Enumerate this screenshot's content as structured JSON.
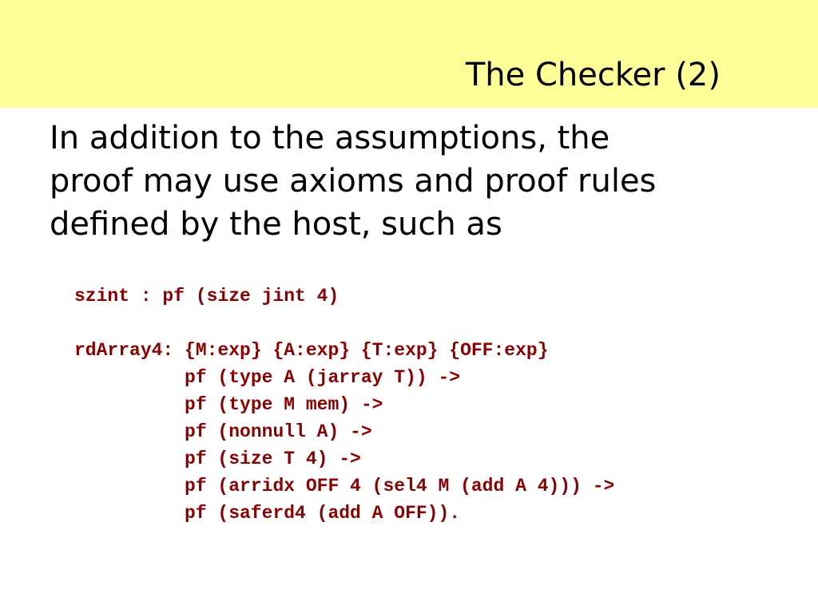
{
  "slide": {
    "title": "The Checker (2)",
    "body_lines": [
      "In addition to the assumptions, the",
      "proof may use axioms and proof rules",
      "defined by the host, such as"
    ],
    "code_lines": [
      "szint : pf (size jint 4)",
      "",
      "rdArray4: {M:exp} {A:exp} {T:exp} {OFF:exp}",
      "          pf (type A (jarray T)) ->",
      "          pf (type M mem) ->",
      "          pf (nonnull A) ->",
      "          pf (size T 4) ->",
      "          pf (arridx OFF 4 (sel4 M (add A 4))) ->",
      "          pf (saferd4 (add A OFF))."
    ],
    "colors": {
      "title_background": "#ffff99",
      "code_text": "#8b0000",
      "body_text": "#000000"
    }
  }
}
